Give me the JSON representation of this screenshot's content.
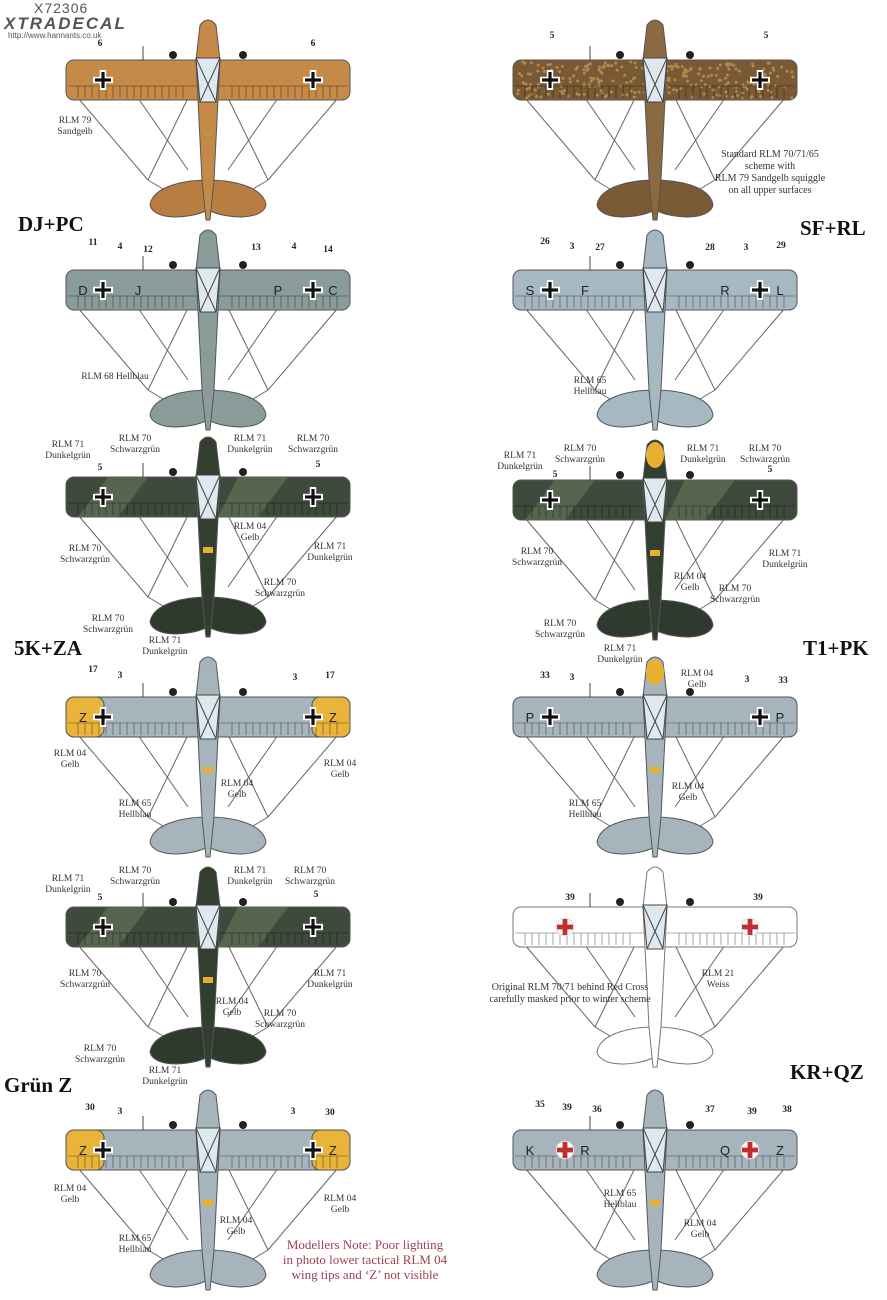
{
  "header": {
    "product_code": "X72306",
    "brand": "XTRADECAL",
    "url": "http://www.hannants.co.uk"
  },
  "codes": {
    "dj": "DJ+PC",
    "sf": "SF+RL",
    "k5": "5K+ZA",
    "t1": "T1+PK",
    "gz": "Grün Z",
    "kr": "KR+QZ"
  },
  "planes": [
    {
      "wing": "#c68a48",
      "fus": "#c68a48",
      "tail": "#b87d40",
      "mottle": false,
      "letters": [],
      "cross": true,
      "redcross": false,
      "tips": null,
      "nose": null
    },
    {
      "wing": "#7a5a34",
      "fus": "#8a6a40",
      "tail": "#7a5a34",
      "mottle": true,
      "letters": [],
      "cross": true,
      "redcross": false,
      "tips": null,
      "nose": null
    },
    {
      "wing": "#8a9c9a",
      "fus": "#8a9c9a",
      "tail": "#8a9c9a",
      "mottle": false,
      "letters": [
        "D",
        "J",
        "P",
        "C"
      ],
      "cross": true,
      "redcross": false,
      "tips": null,
      "nose": null
    },
    {
      "wing": "#a6b8c2",
      "fus": "#a6b8c2",
      "tail": "#a6b8c2",
      "mottle": false,
      "letters": [
        "S",
        "F",
        "R",
        "L"
      ],
      "cross": true,
      "redcross": false,
      "tips": null,
      "nose": null
    },
    {
      "wing": "#3e4a3c",
      "fus": "#333d30",
      "tail": "#2e3a2e",
      "mottle": false,
      "letters": [],
      "cross": true,
      "redcross": false,
      "tips": null,
      "nose": null,
      "band": "#e8b030",
      "splinter": "#56664e"
    },
    {
      "wing": "#3e4a3c",
      "fus": "#333d30",
      "tail": "#2e3a2e",
      "mottle": false,
      "letters": [],
      "cross": true,
      "redcross": false,
      "tips": null,
      "nose": "#e8b030",
      "band": "#e8b030",
      "splinter": "#56664e"
    },
    {
      "wing": "#a6b4bc",
      "fus": "#a6b4bc",
      "tail": "#a6b4bc",
      "mottle": false,
      "letters": [
        "Z",
        "Z"
      ],
      "cross": true,
      "redcross": false,
      "tips": "#e8b43a",
      "nose": null,
      "band": "#e8b030"
    },
    {
      "wing": "#a6b4bc",
      "fus": "#a6b4bc",
      "tail": "#a6b4bc",
      "mottle": false,
      "letters": [
        "P",
        "P"
      ],
      "cross": true,
      "redcross": false,
      "tips": null,
      "nose": "#e8b030",
      "band": "#e8b030"
    },
    {
      "wing": "#3e4a3c",
      "fus": "#333d30",
      "tail": "#2e3a2e",
      "mottle": false,
      "letters": [],
      "cross": true,
      "redcross": false,
      "tips": null,
      "nose": null,
      "band": "#e8b030",
      "splinter": "#56664e"
    },
    {
      "wing": "#ffffff",
      "fus": "#ffffff",
      "tail": "#ffffff",
      "mottle": false,
      "letters": [],
      "cross": false,
      "redcross": true,
      "tips": null,
      "nose": null
    },
    {
      "wing": "#a6b4bc",
      "fus": "#a6b4bc",
      "tail": "#a6b4bc",
      "mottle": false,
      "letters": [
        "Z",
        "Z"
      ],
      "cross": true,
      "redcross": false,
      "tips": "#e8b43a",
      "nose": null,
      "band": "#e8b030"
    },
    {
      "wing": "#a6b4bc",
      "fus": "#a6b4bc",
      "tail": "#a6b4bc",
      "mottle": false,
      "letters": [
        "K",
        "R",
        "Q",
        "Z"
      ],
      "cross": false,
      "redcross": true,
      "tips": null,
      "nose": null,
      "band": "#e8b030"
    }
  ],
  "labels": {
    "sandgelb": "RLM 79\nSandgelb",
    "std_scheme": "Standard RLM 70/71/65 scheme with\nRLM 79 Sandgelb squiggle\non all upper surfaces",
    "hb68": "RLM 68 Hellblau",
    "hb65": "RLM 65\nHellblau",
    "d71": "RLM 71\nDunkelgrün",
    "s70": "RLM 70\nSchwarzgrün",
    "g04": "RLM 04\nGelb",
    "weiss": "RLM 21\nWeiss",
    "redcross_note": "Original RLM 70/71 behind Red Cross\ncarefully masked prior to winter scheme",
    "modellers_note": "Modellers Note: Poor lighting\nin photo lower tactical RLM 04\nwing tips and ‘Z’ not visible"
  },
  "numbers": {
    "n3": "3",
    "n4": "4",
    "n5": "5",
    "n6": "6",
    "n11": "11",
    "n12": "12",
    "n13": "13",
    "n14": "14",
    "n17": "17",
    "n26": "26",
    "n27": "27",
    "n28": "28",
    "n29": "29",
    "n30": "30",
    "n33": "33",
    "n35": "35",
    "n36": "36",
    "n37": "37",
    "n38": "38",
    "n39": "39"
  }
}
